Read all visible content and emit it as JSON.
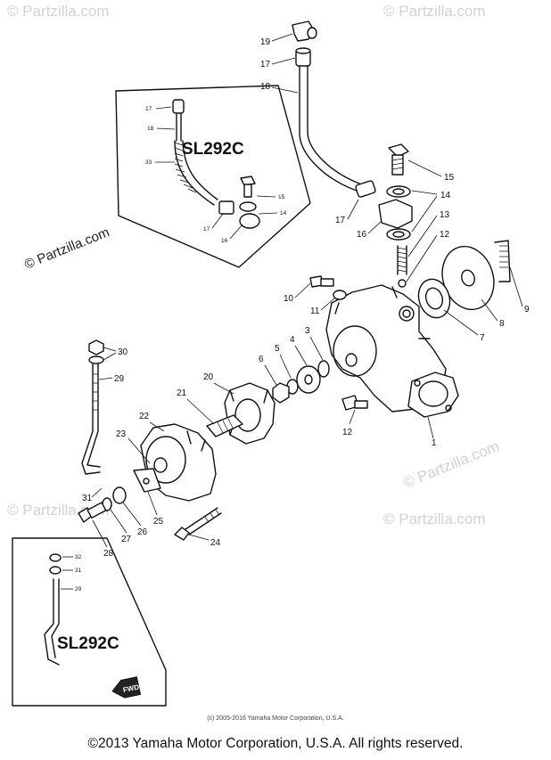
{
  "watermarks": [
    "© Partzilla.com",
    "© Partzilla.com",
    "© Partzilla.com",
    "© Partzilla.com",
    "© Partzilla.com",
    "© Partzilla.com"
  ],
  "insets": {
    "top_title": "SL292C",
    "bottom_title": "SL292C",
    "top_labels": [
      "17",
      "18",
      "33",
      "15",
      "14",
      "17",
      "16"
    ],
    "bottom_labels": [
      "32",
      "31",
      "29"
    ]
  },
  "callouts": [
    "19",
    "17",
    "18",
    "15",
    "14",
    "17",
    "16",
    "13",
    "12",
    "9",
    "8",
    "7",
    "10",
    "11",
    "3",
    "4",
    "5",
    "6",
    "20",
    "21",
    "22",
    "23",
    "30",
    "29",
    "12",
    "1",
    "31",
    "27",
    "26",
    "25",
    "28",
    "24"
  ],
  "fwd_label": "FWD",
  "copyright_small": "(c) 2005-2016 Yamaha Motor Corporation, U.S.A.",
  "copyright_main": "©2013 Yamaha Motor Corporation, U.S.A. All rights reserved."
}
